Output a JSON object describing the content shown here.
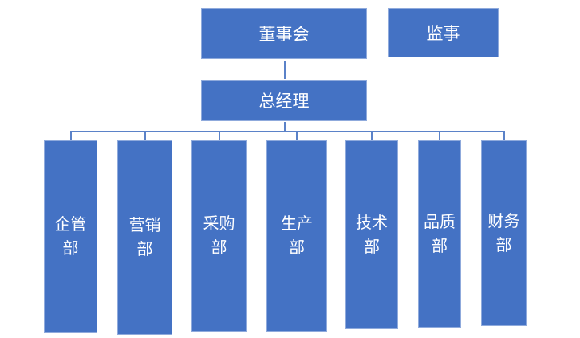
{
  "chart": {
    "type": "org-chart",
    "nodes": {
      "board": {
        "label": "董事会"
      },
      "supervisor": {
        "label": "监事"
      },
      "general_manager": {
        "label": "总经理"
      },
      "departments": [
        {
          "label": "企管部"
        },
        {
          "label": "营销部"
        },
        {
          "label": "采购部"
        },
        {
          "label": "生产部"
        },
        {
          "label": "技术部"
        },
        {
          "label": "品质部"
        },
        {
          "label": "财务部"
        }
      ]
    },
    "hierarchy": {
      "board_reports": [
        "general_manager"
      ],
      "general_manager_reports": [
        "企管部",
        "营销部",
        "采购部",
        "生产部",
        "技术部",
        "品质部",
        "财务部"
      ]
    },
    "colors": {
      "box_fill": "#4472C4",
      "box_border": "#8FAADC",
      "connector": "#5B82C8",
      "text": "#FFFFFF",
      "background": "#FFFFFF"
    }
  }
}
